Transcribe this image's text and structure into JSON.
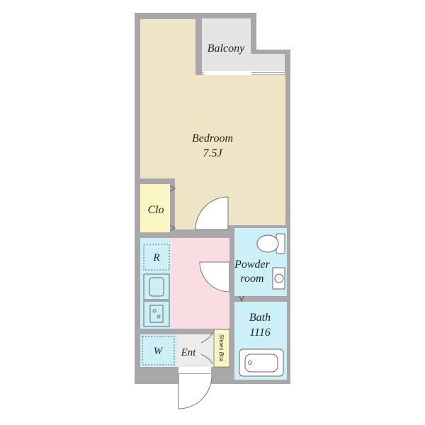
{
  "rooms": {
    "balcony": {
      "label": "Balcony"
    },
    "bedroom": {
      "label": "Bedroom",
      "size": "7.5J"
    },
    "closet": {
      "label": "Clo"
    },
    "refrigerator": {
      "label": "R"
    },
    "powder_room": {
      "line1": "Powder",
      "line2": "room"
    },
    "bath": {
      "label": "Bath",
      "size": "1116"
    },
    "washer": {
      "label": "W"
    },
    "entrance": {
      "label": "Ent"
    },
    "shoes_box": {
      "label": "Shoes Box"
    }
  },
  "colors": {
    "wall": "#a8a8a8",
    "bedroom_floor": "#efe5c6",
    "closet_floor": "#fbf6c4",
    "kitchen_floor": "#fadce3",
    "wet_floor": "#cdeff7",
    "entrance_floor": "#ececec",
    "shoes_box_floor": "#fbf6c4",
    "balcony_floor": "#e4e4e4"
  }
}
